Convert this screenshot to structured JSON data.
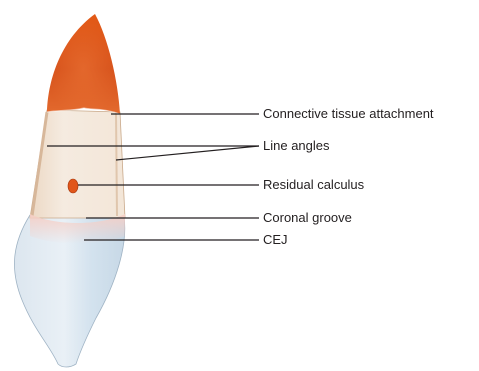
{
  "labels": {
    "connective_tissue_attachment": "Connective tissue attachment",
    "line_angles": "Line angles",
    "residual_calculus": "Residual calculus",
    "coronal_groove": "Coronal groove",
    "cej": "CEJ"
  },
  "colors": {
    "tissue_top": "#e14f12",
    "tissue_mid": "#d9642a",
    "root_surface": "#f3e6d8",
    "calculus": "#e1561a",
    "crown": "#dde9f2",
    "groove_pink": "#f4c9c4",
    "leader_line": "#231f20"
  }
}
